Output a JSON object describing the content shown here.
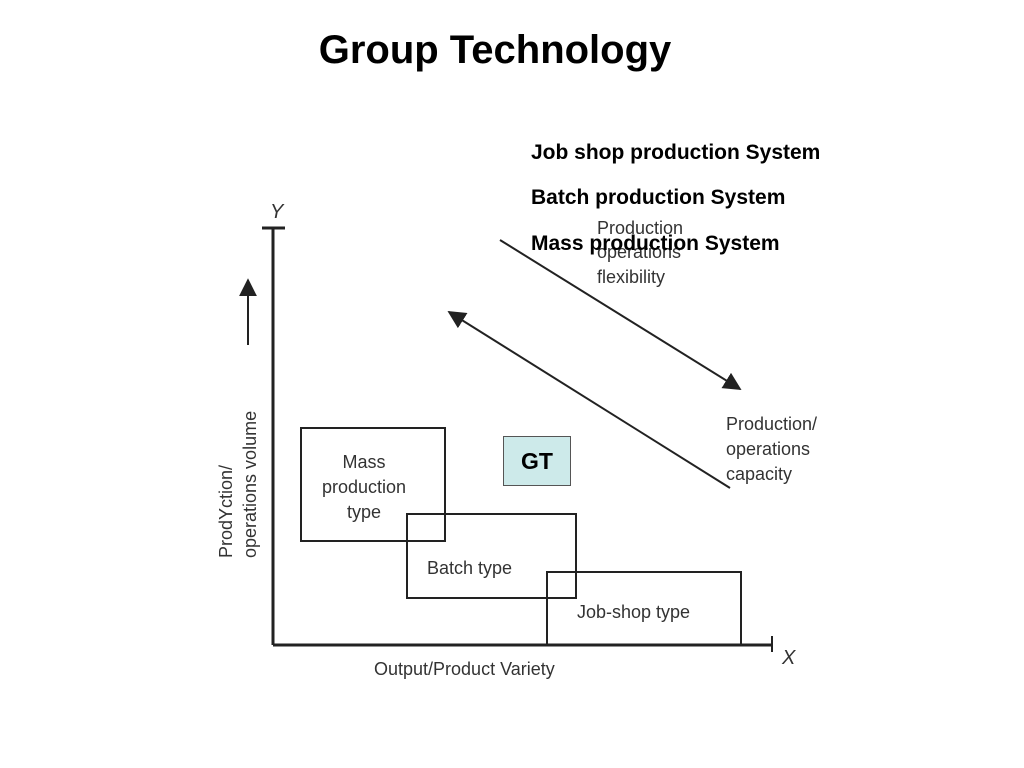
{
  "title": "Group Technology",
  "legend": [
    "Job shop production System",
    "Batch production System",
    "Mass production System"
  ],
  "diagram": {
    "axis_y_letter": "Y",
    "axis_x_letter": "X",
    "y_axis_label_line1": "ProdYction/",
    "y_axis_label_line2": "operations volume",
    "x_axis_label": "Output/Product Variety",
    "boxes": {
      "mass": [
        "Mass",
        "production",
        "type"
      ],
      "batch": "Batch type",
      "jobshop": "Job-shop type"
    },
    "flexibility_label": [
      "Production",
      "operations",
      "flexibility"
    ],
    "capacity_label": [
      "Production/",
      "operations",
      "capacity"
    ],
    "gt_label": "GT"
  }
}
